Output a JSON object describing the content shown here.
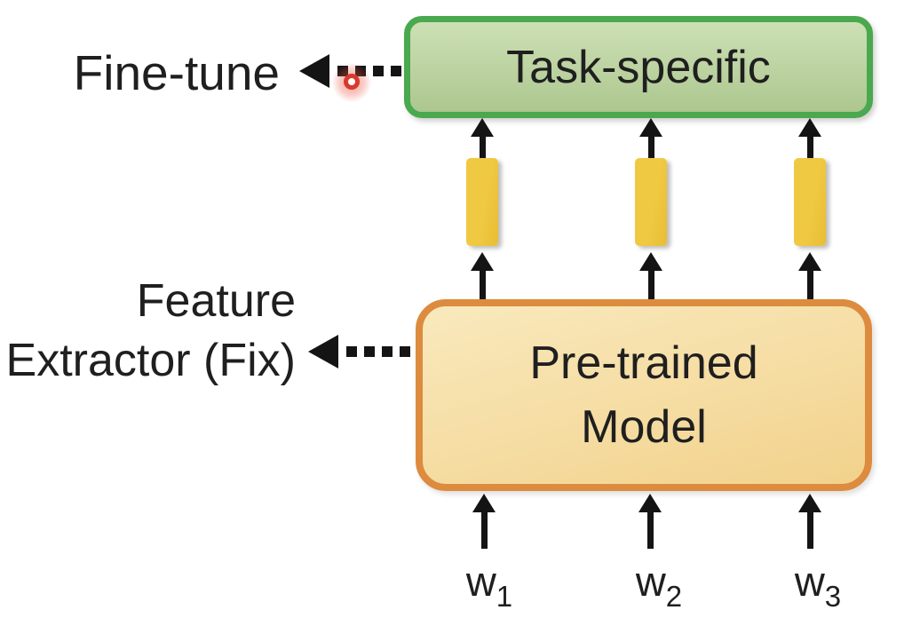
{
  "diagram": {
    "fine_tune_label": "Fine-tune",
    "feature_extractor_label_line1": "Feature",
    "feature_extractor_label_line2": "Extractor (Fix)",
    "task_specific_box_label": "Task-specific",
    "pretrained_box_label_line1": "Pre-trained",
    "pretrained_box_label_line2": "Model",
    "inputs": [
      {
        "base": "w",
        "sub": "1"
      },
      {
        "base": "w",
        "sub": "2"
      },
      {
        "base": "w",
        "sub": "3"
      }
    ],
    "colors": {
      "text": "#1f1f1f",
      "arrow": "#141414",
      "green_border": "#4aa84f",
      "green_top": "#cde0b5",
      "green_bottom": "#adc78f",
      "orange_border": "#dd8b3e",
      "orange_top": "#f9e9bd",
      "orange_bottom": "#f2d28c",
      "bar": "#f0c943",
      "bar_dark": "#e8bd33",
      "cursor_red": "#d93a2b"
    }
  }
}
